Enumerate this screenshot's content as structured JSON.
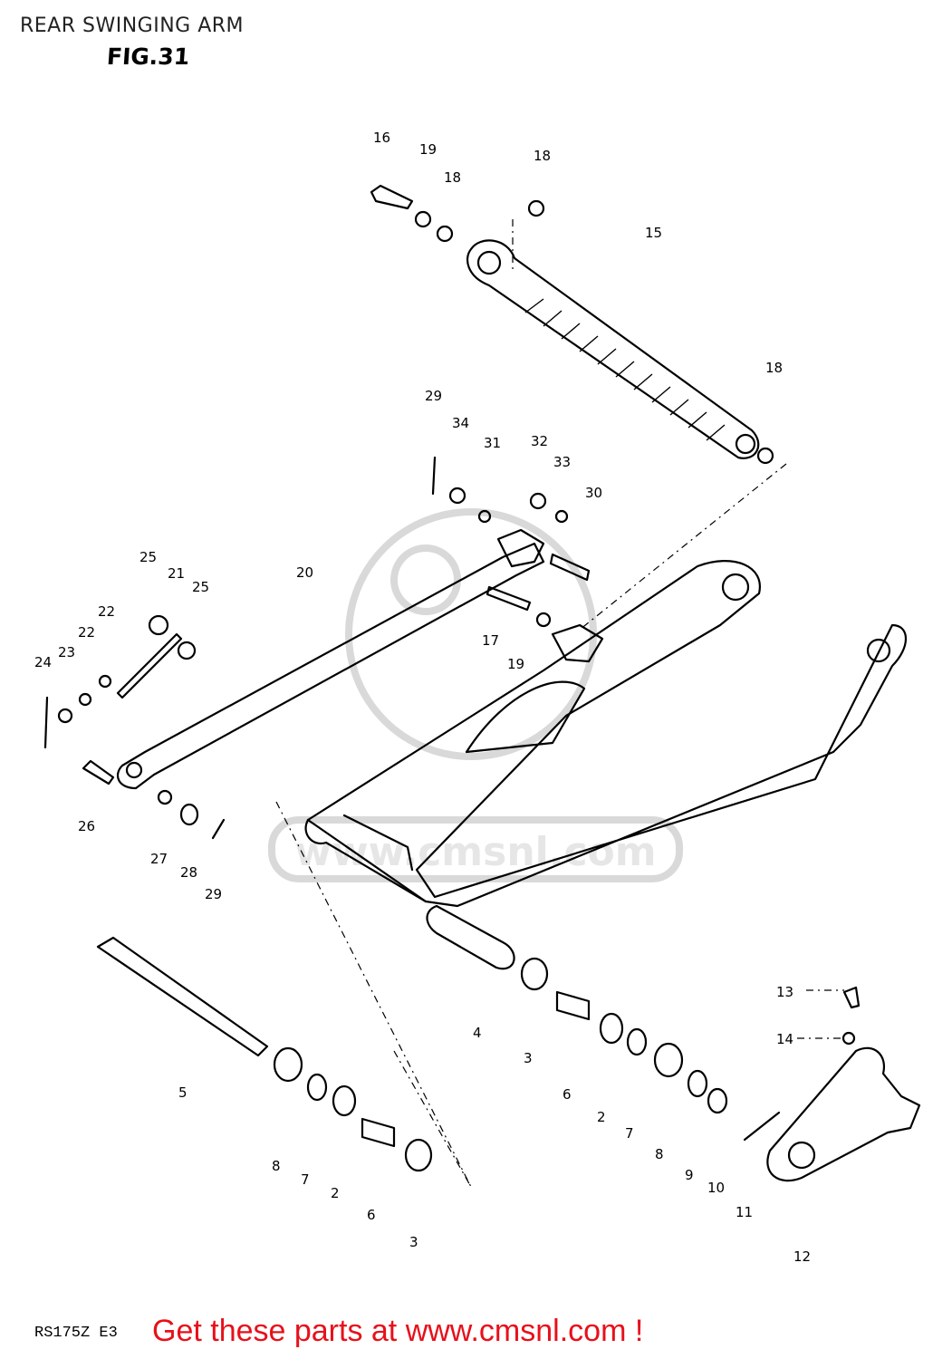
{
  "header": {
    "title": "REAR SWINGING ARM",
    "figure": "FIG.31"
  },
  "footer": {
    "code": "RS175Z E3",
    "cta": "Get these parts at www.cmsnl.com !"
  },
  "watermark": {
    "text": "www.cmsnl.com",
    "color": "#d9d9d9"
  },
  "callouts": [
    {
      "num": "16"
    },
    {
      "num": "19"
    },
    {
      "num": "18"
    },
    {
      "num": "18"
    },
    {
      "num": "15"
    },
    {
      "num": "18"
    },
    {
      "num": "29"
    },
    {
      "num": "34"
    },
    {
      "num": "31"
    },
    {
      "num": "32"
    },
    {
      "num": "33"
    },
    {
      "num": "30"
    },
    {
      "num": "25"
    },
    {
      "num": "21"
    },
    {
      "num": "25"
    },
    {
      "num": "20"
    },
    {
      "num": "22"
    },
    {
      "num": "22"
    },
    {
      "num": "23"
    },
    {
      "num": "24"
    },
    {
      "num": "17"
    },
    {
      "num": "19"
    },
    {
      "num": "26"
    },
    {
      "num": "27"
    },
    {
      "num": "28"
    },
    {
      "num": "29"
    },
    {
      "num": "5"
    },
    {
      "num": "4"
    },
    {
      "num": "3"
    },
    {
      "num": "6"
    },
    {
      "num": "2"
    },
    {
      "num": "7"
    },
    {
      "num": "8"
    },
    {
      "num": "9"
    },
    {
      "num": "10"
    },
    {
      "num": "11"
    },
    {
      "num": "13"
    },
    {
      "num": "14"
    },
    {
      "num": "12"
    },
    {
      "num": "8"
    },
    {
      "num": "7"
    },
    {
      "num": "2"
    },
    {
      "num": "6"
    },
    {
      "num": "3"
    }
  ]
}
